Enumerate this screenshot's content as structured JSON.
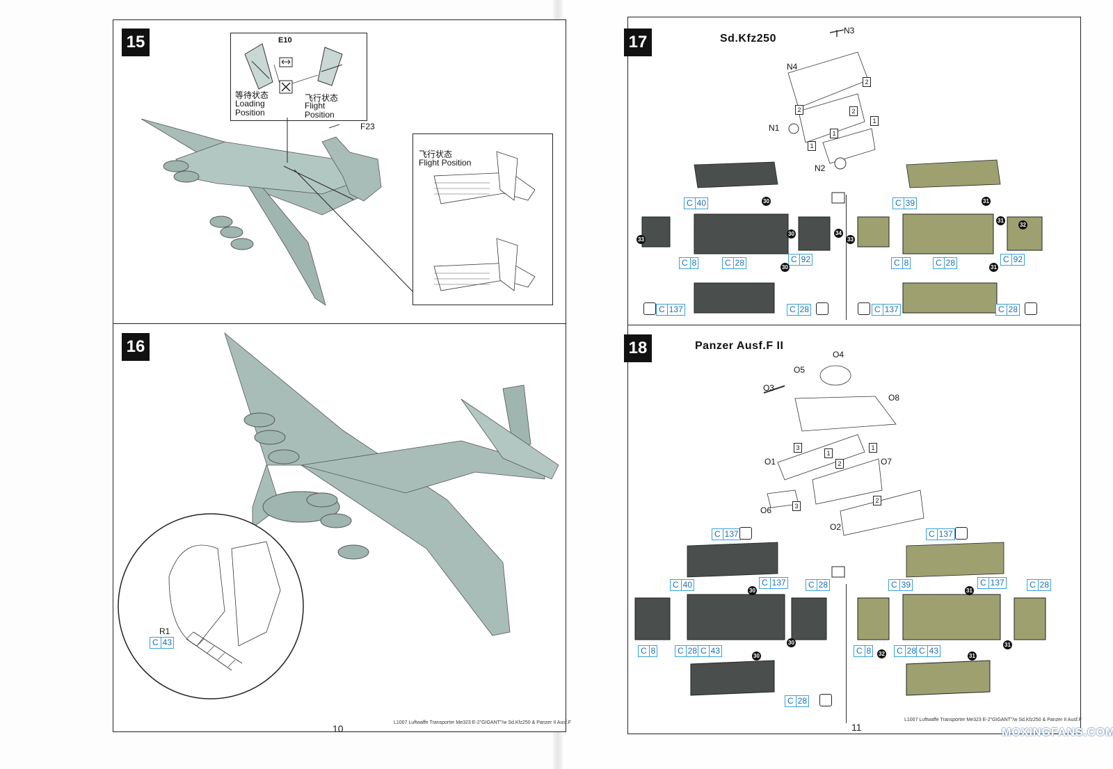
{
  "step15": {
    "number": "15",
    "inset_part": "E10",
    "loading_cn": "等待状态",
    "loading_en_1": "Loading",
    "loading_en_2": "Position",
    "flight_cn": "飞行状态",
    "flight_en_1": "Flight",
    "flight_en_2": "Position",
    "part_f23": "F23",
    "detail_cn": "飞行状态",
    "detail_en": "Flight Position"
  },
  "step16": {
    "number": "16",
    "part_r1": "R1",
    "color_code": "C",
    "color_num": "43"
  },
  "step17": {
    "number": "17",
    "title": "Sd.Kfz250",
    "parts": {
      "n1": "N1",
      "n2": "N2",
      "n3": "N3",
      "n4": "N4"
    },
    "steps": [
      "2",
      "2",
      "2",
      "1",
      "1",
      "1"
    ],
    "colors": {
      "c40": "40",
      "c8": "8",
      "c28": "28",
      "c92": "92",
      "c137": "137",
      "c39": "39"
    },
    "decals": {
      "d30": "30",
      "d33": "33",
      "d34": "34",
      "d31": "31",
      "d32": "32"
    }
  },
  "step18": {
    "number": "18",
    "title": "Panzer  Ausf.F  II",
    "parts": {
      "o1": "O1",
      "o2": "O2",
      "o3": "O3",
      "o4": "O4",
      "o5": "O5",
      "o6": "O6",
      "o7": "O7",
      "o8": "O8"
    },
    "steps": [
      "3",
      "1",
      "1",
      "2",
      "3",
      "2"
    ],
    "colors": {
      "c137": "137",
      "c40": "40",
      "c28": "28",
      "c43": "43",
      "c8": "8",
      "c39": "39"
    },
    "decals": {
      "d30": "30",
      "d31": "31",
      "d32": "32"
    }
  },
  "footer": {
    "left_text": "L1007 Luftwaffe Transporter Me323 E-2\"GIGANT\"/w Sd.Kfz250 & Panzer II Ausf.F",
    "right_text": "L1007 Luftwaffe Transporter Me323 E-2\"GIGANT\"/w Sd.Kfz250 & Panzer II Ausf.F",
    "page_left": "10",
    "page_right": "11",
    "watermark": "MOXINGFANS.COM"
  },
  "colors": {
    "aircraft": "#a8bdb8",
    "dark_grey_vehicle": "#4a4e4c",
    "sand_vehicle": "#9ea070",
    "callout_blue": "#3aa0d8"
  }
}
